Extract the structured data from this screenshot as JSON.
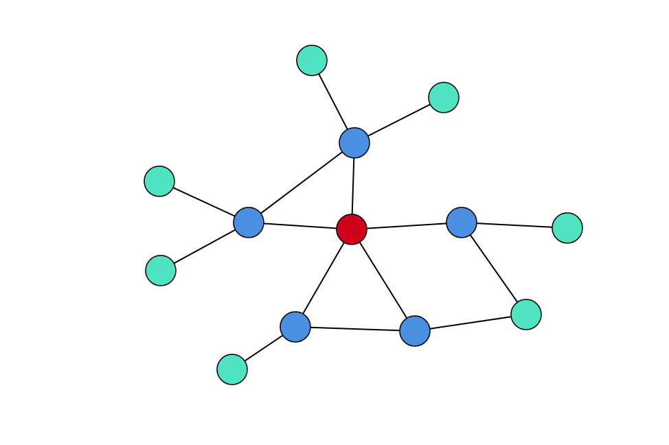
{
  "graph": {
    "colors": {
      "center": "#d0021b",
      "hub": "#4a90e2",
      "leaf": "#50e3c2",
      "edge": "#000000",
      "background": "#ffffff"
    },
    "nodes": [
      {
        "id": "center",
        "kind": "center"
      },
      {
        "id": "hub-top",
        "kind": "hub"
      },
      {
        "id": "hub-left",
        "kind": "hub"
      },
      {
        "id": "hub-right",
        "kind": "hub"
      },
      {
        "id": "hub-bottom-left",
        "kind": "hub"
      },
      {
        "id": "hub-bottom-right",
        "kind": "hub"
      },
      {
        "id": "leaf-top-1",
        "kind": "leaf"
      },
      {
        "id": "leaf-top-2",
        "kind": "leaf"
      },
      {
        "id": "leaf-left-1",
        "kind": "leaf"
      },
      {
        "id": "leaf-left-2",
        "kind": "leaf"
      },
      {
        "id": "leaf-right-1",
        "kind": "leaf"
      },
      {
        "id": "leaf-right-2",
        "kind": "leaf"
      },
      {
        "id": "leaf-bottom-1",
        "kind": "leaf"
      }
    ],
    "edges": [
      [
        "hub-top",
        "leaf-top-1"
      ],
      [
        "hub-top",
        "leaf-top-2"
      ],
      [
        "hub-top",
        "hub-left"
      ],
      [
        "hub-top",
        "center"
      ],
      [
        "hub-left",
        "leaf-left-1"
      ],
      [
        "hub-left",
        "leaf-left-2"
      ],
      [
        "hub-left",
        "center"
      ],
      [
        "center",
        "hub-right"
      ],
      [
        "center",
        "hub-bottom-left"
      ],
      [
        "center",
        "hub-bottom-right"
      ],
      [
        "hub-right",
        "leaf-right-1"
      ],
      [
        "hub-right",
        "leaf-right-2"
      ],
      [
        "hub-bottom-left",
        "hub-bottom-right"
      ],
      [
        "hub-bottom-left",
        "leaf-bottom-1"
      ],
      [
        "hub-bottom-right",
        "leaf-right-2"
      ]
    ]
  }
}
